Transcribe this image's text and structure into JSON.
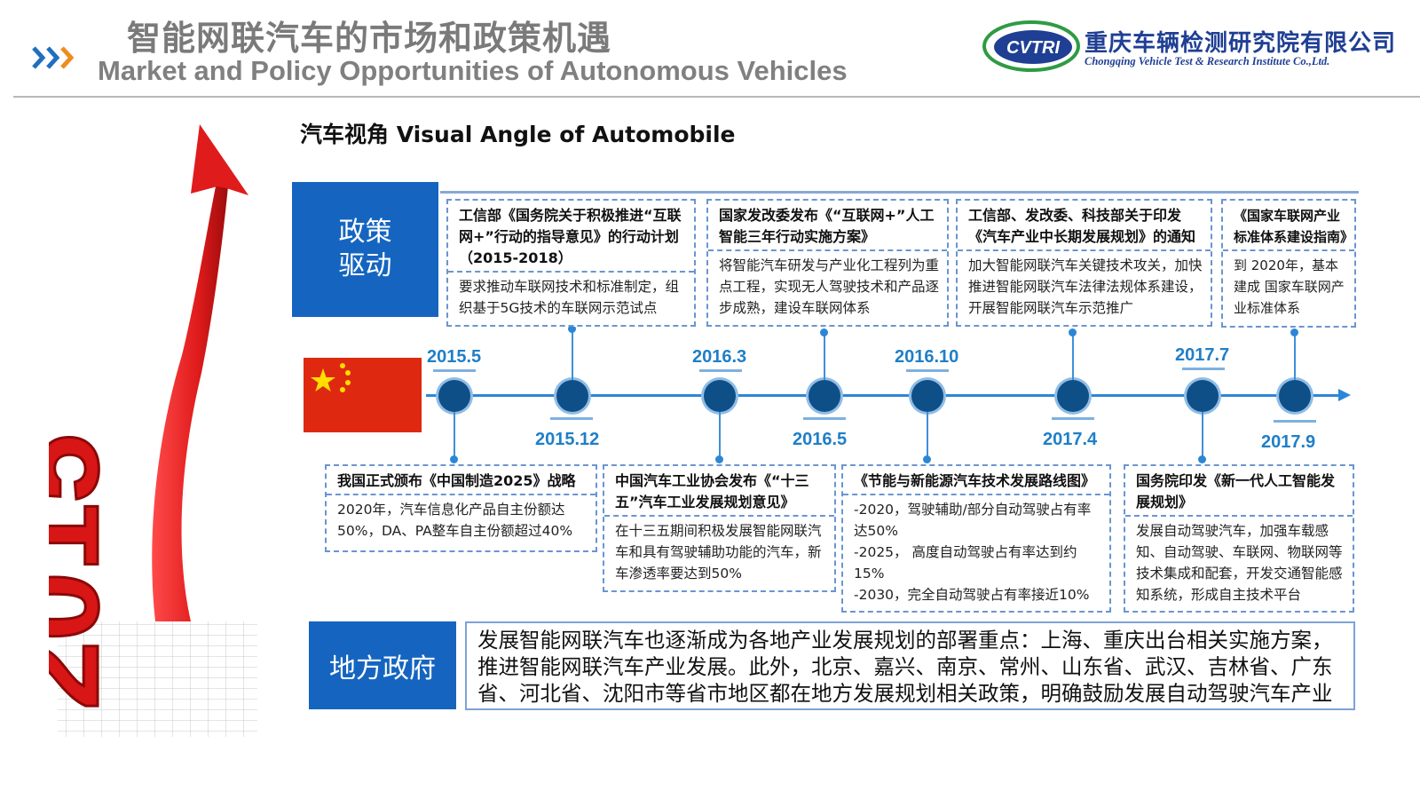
{
  "header": {
    "title_cn": "智能网联汽车的市场和政策机遇",
    "title_en": "Market and Policy Opportunities of Autonomous Vehicles",
    "logo": {
      "mark": "CVTRI",
      "name_cn": "重庆车辆检测研究院有限公司",
      "name_en": "Chongqing Vehicle Test & Research Institute Co.,Ltd."
    }
  },
  "section_title": "汽车视角 Visual Angle of Automobile",
  "policy_label_line1": "政策",
  "policy_label_line2": "驱动",
  "local_gov": {
    "label": "地方政府",
    "text": "发展智能网联汽车也逐渐成为各地产业发展规划的部署重点：上海、重庆出台相关实施方案，推进智能网联汽车产业发展。此外，北京、嘉兴、南京、常州、山东省、武汉、吉林省、广东省、河北省、沈阳市等省市地区都在地方发展规划相关政策，明确鼓励发展自动驾驶汽车产业"
  },
  "timeline": {
    "dates": [
      "2015.5",
      "2015.12",
      "2016.3",
      "2016.5",
      "2016.10",
      "2017.4",
      "2017.7",
      "2017.9"
    ]
  },
  "events_top": [
    {
      "title": "工信部《国务院关于积极推进“互联网+”行动的指导意见》的行动计划（2015-2018）",
      "body": "要求推动车联网技术和标准制定，组织基于5G技术的车联网示范试点"
    },
    {
      "title": "国家发改委发布《“互联网+”人工智能三年行动实施方案》",
      "body": "将智能汽车研发与产业化工程列为重点工程，实现无人驾驶技术和产品逐步成熟，建设车联网体系"
    },
    {
      "title": "工信部、发改委、科技部关于印发《汽车产业中长期发展规划》的通知",
      "body": "加大智能网联汽车关键技术攻关，加快推进智能网联汽车法律法规体系建设，开展智能网联汽车示范推广"
    },
    {
      "title": "《国家车联网产业标准体系建设指南》",
      "body": "到 2020年，基本建成 国家车联网产业标准体系"
    }
  ],
  "events_bottom": [
    {
      "title": "我国正式颁布《中国制造2025》战略",
      "body": "2020年，汽车信息化产品自主份额达50%，DA、PA整车自主份额超过40%"
    },
    {
      "title": "中国汽车工业协会发布《“十三五”汽车工业发展规划意见》",
      "body": "在十三五期间积极发展智能网联汽车和具有驾驶辅助功能的汽车，新车渗透率要达到50%"
    },
    {
      "title": "《节能与新能源汽车技术发展路线图》",
      "body_lines": [
        "-2020，驾驶辅助/部分自动驾驶占有率达50%",
        "-2025， 高度自动驾驶占有率达到约15%",
        "-2030，完全自动驾驶占有率接近10%"
      ]
    },
    {
      "title": "国务院印发《新一代人工智能发展规划》",
      "body": "发展自动驾驶汽车，加强车载感知、自动驾驶、车联网、物联网等技术集成和配套，开发交通智能感知系统，形成自主技术平台"
    }
  ],
  "art": {
    "arrow_number": "2015"
  },
  "colors": {
    "accent_blue": "#1565c0",
    "timeline_blue": "#2c86d8",
    "year_blue": "#1f7fc7",
    "dot_navy": "#0f4f88",
    "arrow_red": "#e01b1b",
    "flag_red": "#de2910",
    "flag_yellow": "#ffde00"
  }
}
